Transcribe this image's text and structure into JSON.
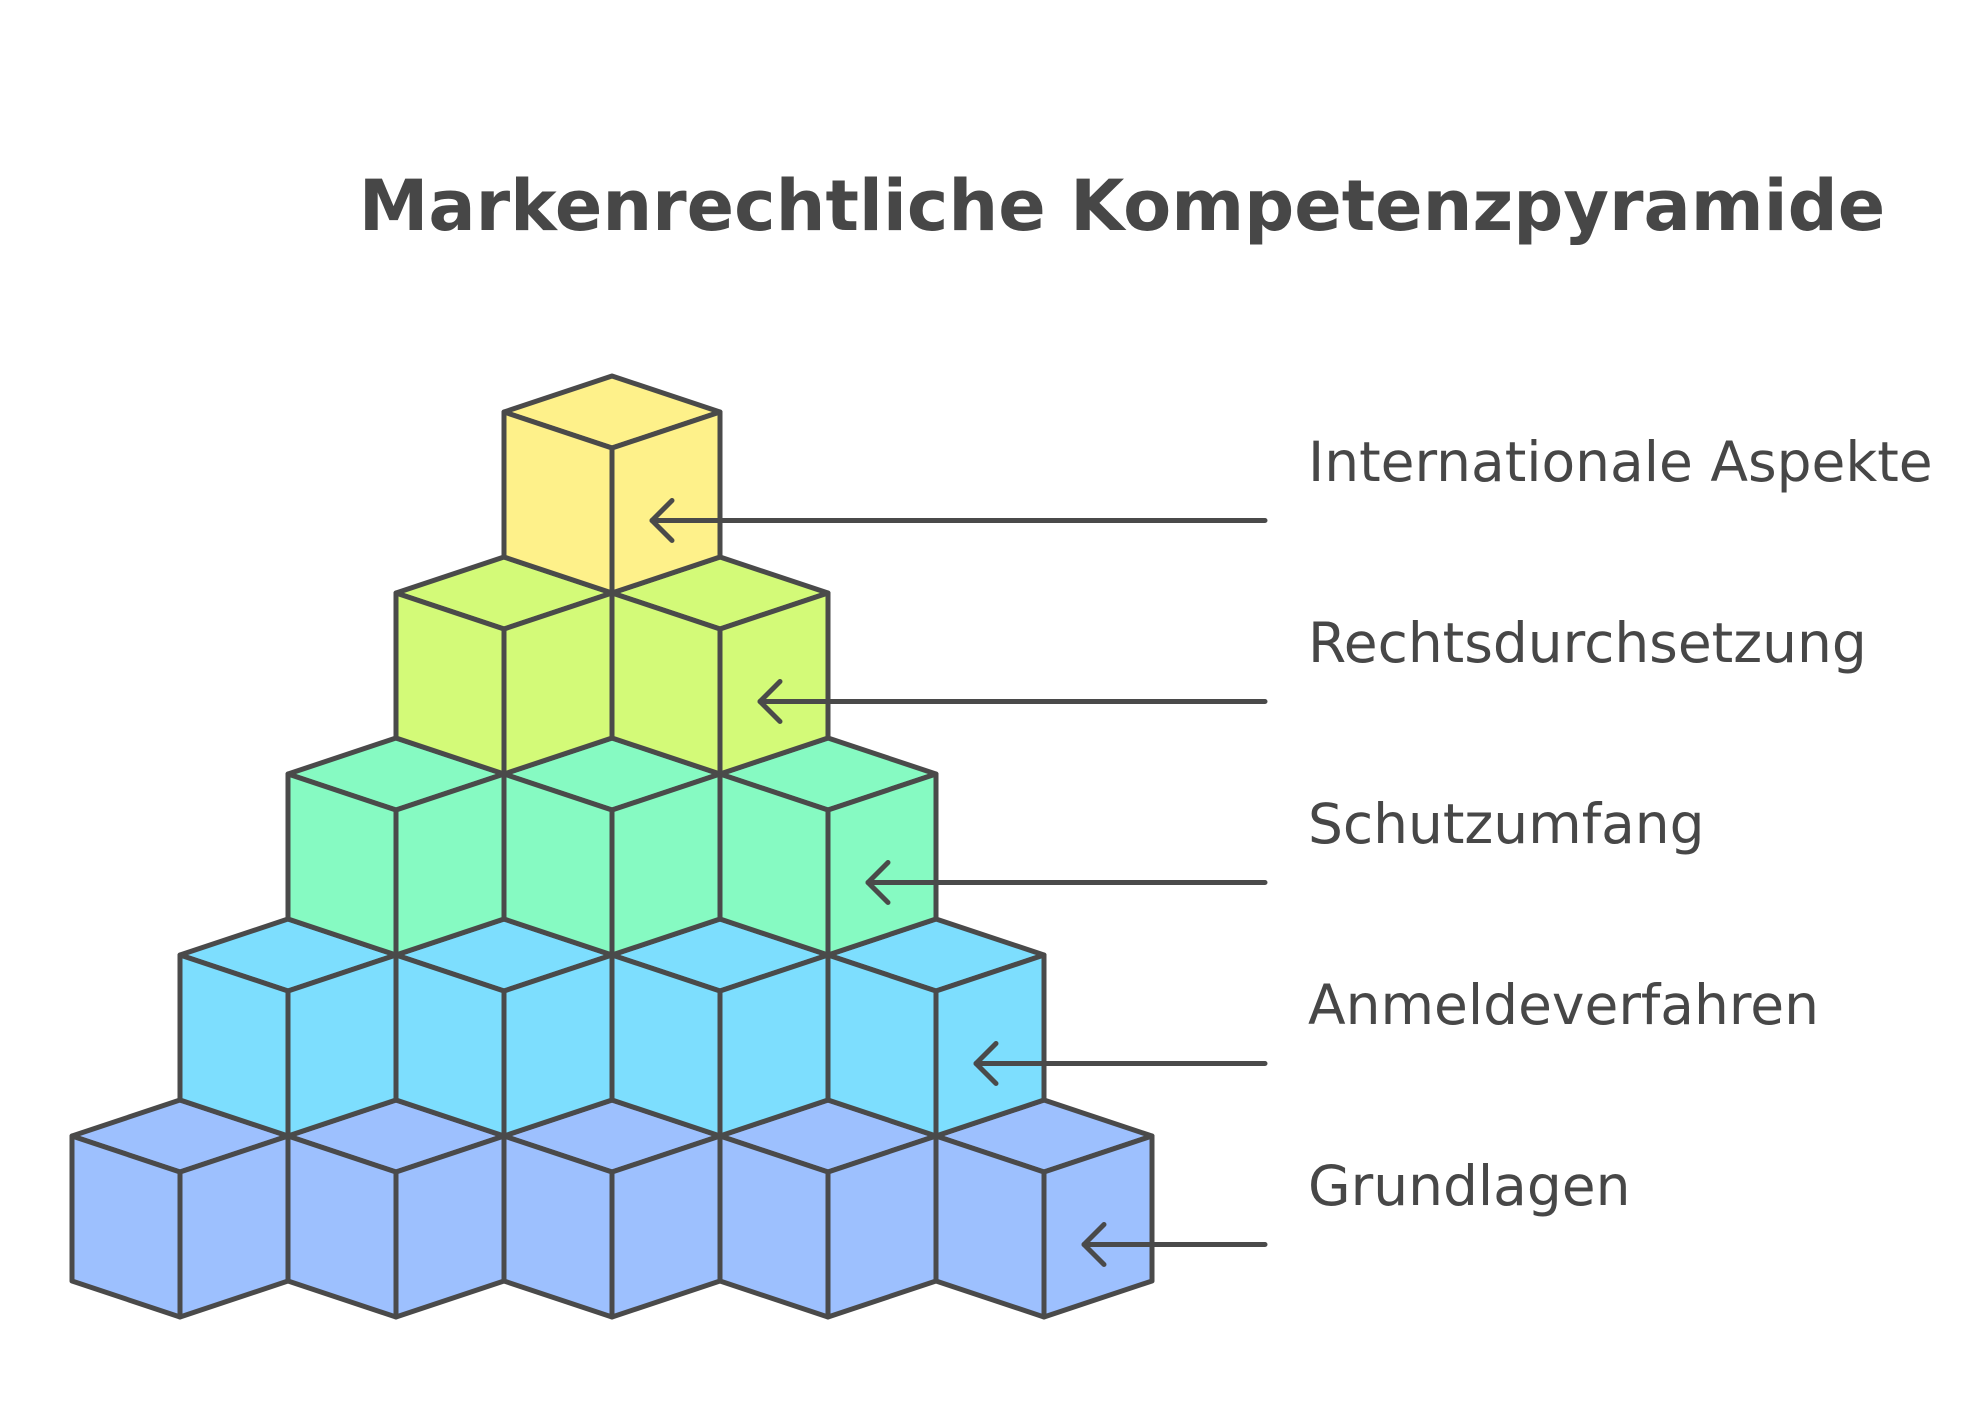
{
  "title": "Markenrechtliche Kompetenzpyramide",
  "levels": [
    {
      "label": "Grundlagen",
      "cube_count": 5,
      "color": "#9dc0fe"
    },
    {
      "label": "Anmeldeverfahren",
      "cube_count": 4,
      "color": "#7ddefe"
    },
    {
      "label": "Schutzumfang",
      "cube_count": 3,
      "color": "#86fac2"
    },
    {
      "label": "Rechtsdurchsetzung",
      "cube_count": 2,
      "color": "#d3fa78"
    },
    {
      "label": "Internationale Aspekte",
      "cube_count": 1,
      "color": "#fef18a"
    }
  ],
  "colors": {
    "outline": "#4a4a4a",
    "text": "#474747",
    "background": "#ffffff"
  }
}
